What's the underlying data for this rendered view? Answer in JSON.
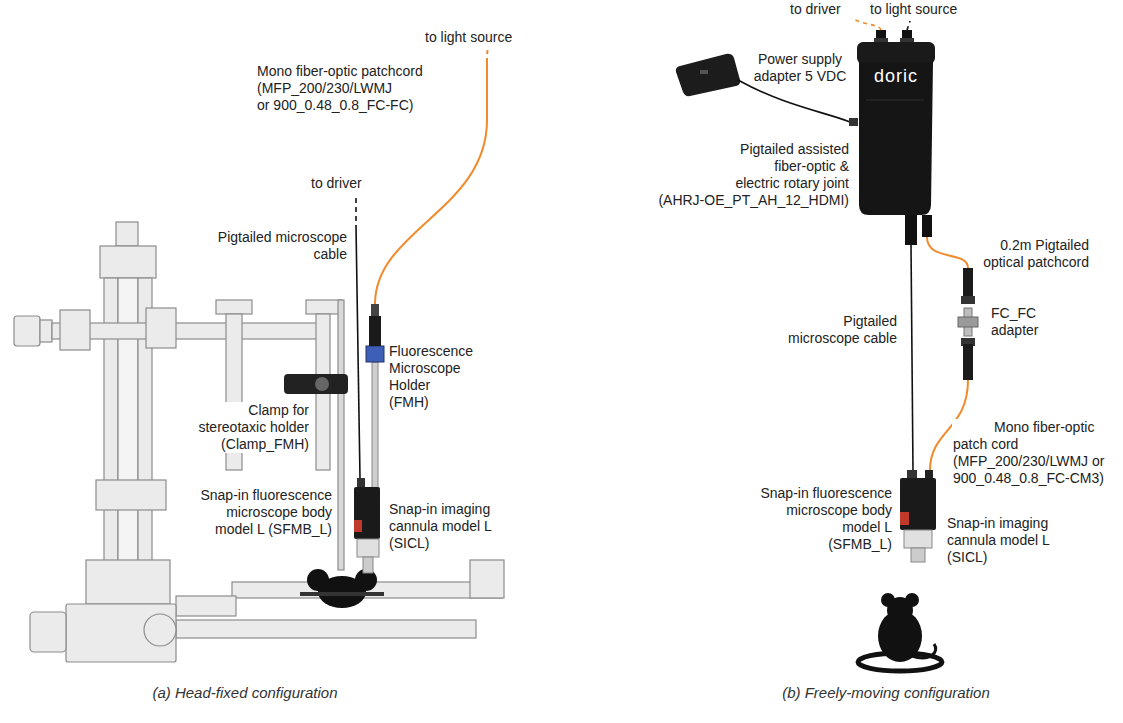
{
  "diagram": {
    "labels": [
      "to light source",
      "Mono fiber-optic patchcord (MFP_200/230/LWMJ or 900_0.48_0.8_FC-FC)",
      "to driver",
      "Pigtailed microscope cable",
      "Fluorescence Microscope Holder (FMH)",
      "Clamp for stereotaxic holder (Clamp_FMH)",
      "Snap-in fluorescence microscope body model L (SFMB_L)",
      "Snap-in imaging cannula model L (SICL)",
      "(a) Head-fixed configuration",
      "to driver",
      "to light source",
      "Power supply adapter 5 VDC",
      "doric",
      "Pigtailed assisted fiber-optic & electric rotary joint (AHRJ-OE_PT_AH_12_HDMI)",
      "0.2m Pigtailed optical patchcord",
      "Pigtailed microscope cable",
      "FC_FC adapter",
      "Mono fiber-optic patch cord (MFP_200/230/LWMJ or 900_0.48_0.8_FC-CM3)",
      "Snap-in fluorescence microscope body model L (SFMB_L)",
      "Snap-in imaging cannula model L (SICL)",
      "(b) Freely-moving configuration"
    ]
  }
}
